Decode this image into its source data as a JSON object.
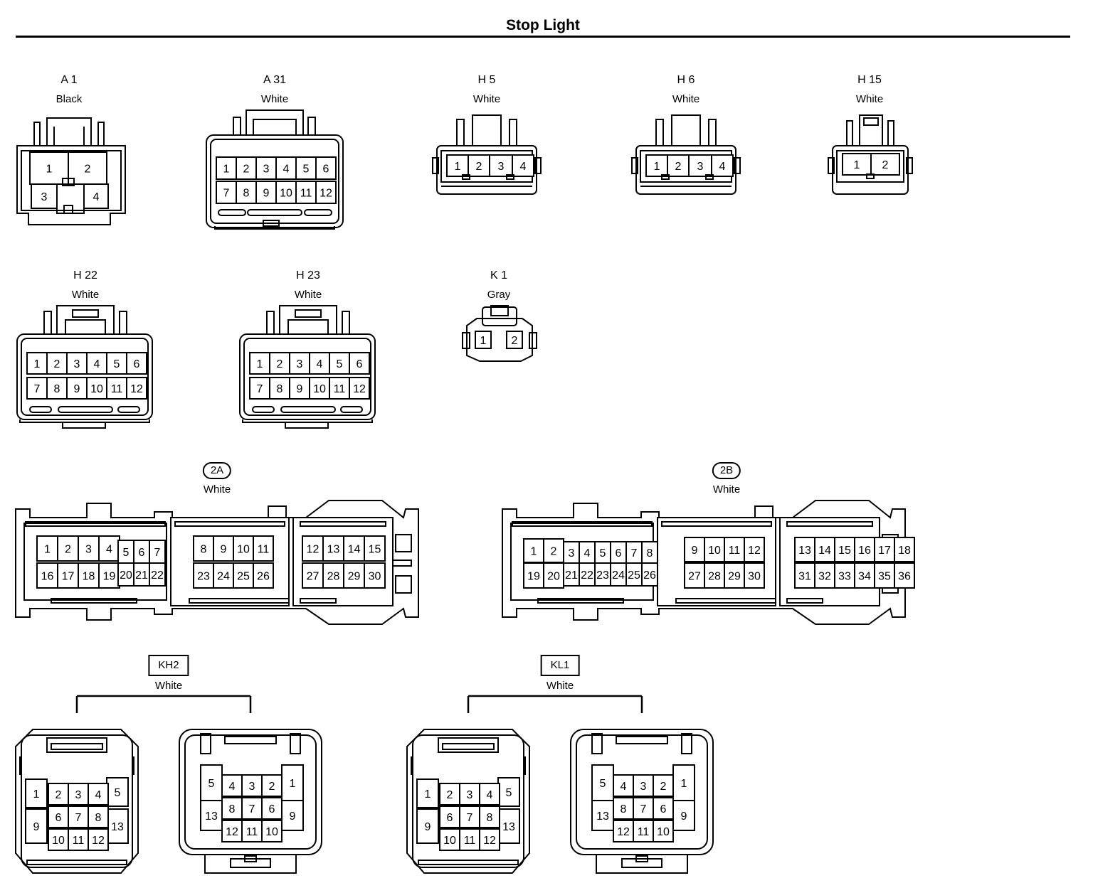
{
  "page": {
    "title": "Stop Light"
  },
  "connectors": {
    "a1": {
      "code": "A 1",
      "color": "Black"
    },
    "a31": {
      "code": "A 31",
      "color": "White"
    },
    "h5": {
      "code": "H 5",
      "color": "White"
    },
    "h6": {
      "code": "H 6",
      "color": "White"
    },
    "h15": {
      "code": "H 15",
      "color": "White"
    },
    "h22": {
      "code": "H 22",
      "color": "White"
    },
    "h23": {
      "code": "H 23",
      "color": "White"
    },
    "k1": {
      "code": "K 1",
      "color": "Gray"
    },
    "c2a": {
      "code": "2A",
      "color": "White"
    },
    "c2b": {
      "code": "2B",
      "color": "White"
    },
    "kh2": {
      "code": "KH2",
      "color": "White"
    },
    "kl1": {
      "code": "KL1",
      "color": "White"
    }
  }
}
